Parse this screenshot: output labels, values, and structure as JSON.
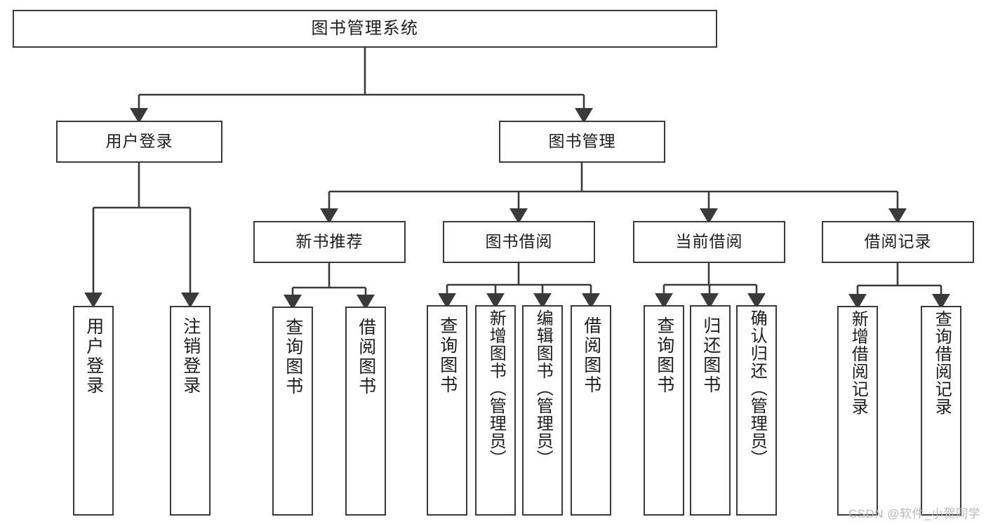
{
  "diagram": {
    "type": "tree",
    "title": "图书管理系统",
    "root": {
      "id": "root",
      "label": "图书管理系统"
    },
    "level1": [
      {
        "id": "user-login",
        "label": "用户登录"
      },
      {
        "id": "book-manage",
        "label": "图书管理"
      }
    ],
    "level2": [
      {
        "id": "new-book-rec",
        "label": "新书推荐",
        "parent": "book-manage"
      },
      {
        "id": "book-borrow",
        "label": "图书借阅",
        "parent": "book-manage"
      },
      {
        "id": "current-borrow",
        "label": "当前借阅",
        "parent": "book-manage"
      },
      {
        "id": "borrow-record",
        "label": "借阅记录",
        "parent": "book-manage"
      }
    ],
    "leaves": {
      "user-login": [
        {
          "id": "leaf-user-login",
          "label": "用户登录"
        },
        {
          "id": "leaf-logout",
          "label": "注销登录"
        }
      ],
      "new-book-rec": [
        {
          "id": "leaf-query-book-1",
          "label": "查询图书"
        },
        {
          "id": "leaf-borrow-book-1",
          "label": "借阅图书"
        }
      ],
      "book-borrow": [
        {
          "id": "leaf-query-book-2",
          "label": "查询图书"
        },
        {
          "id": "leaf-add-book",
          "label": "新增图书（管理员）"
        },
        {
          "id": "leaf-edit-book",
          "label": "编辑图书（管理员）"
        },
        {
          "id": "leaf-borrow-book-2",
          "label": "借阅图书"
        }
      ],
      "current-borrow": [
        {
          "id": "leaf-query-book-3",
          "label": "查询图书"
        },
        {
          "id": "leaf-return-book",
          "label": "归还图书"
        },
        {
          "id": "leaf-confirm-return",
          "label": "确认归还（管理员）"
        }
      ],
      "borrow-record": [
        {
          "id": "leaf-add-record",
          "label": "新增借阅记录"
        },
        {
          "id": "leaf-query-record",
          "label": "查询借阅记录"
        }
      ]
    },
    "watermark": "CSDN @软件_小贺同学",
    "colors": {
      "background": "#ffffff",
      "box_border": "#3a3a3a",
      "box_fill": "#ffffff",
      "text": "#1d1d1d",
      "edge": "#3a3a3a",
      "watermark": "#b9b9b9"
    }
  }
}
